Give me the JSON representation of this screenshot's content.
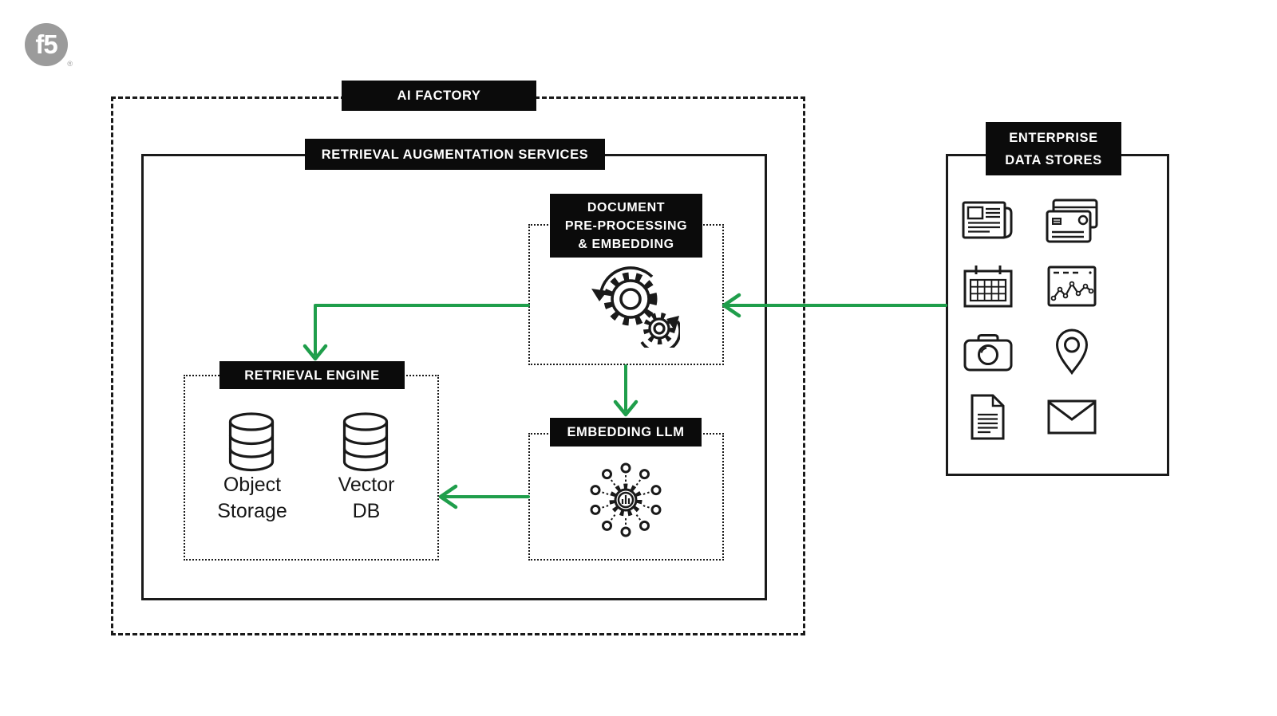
{
  "page": {
    "background": "#ffffff"
  },
  "colors": {
    "accent_green": "#1f9e4b",
    "label_bg": "#0b0b0b",
    "label_text": "#ffffff",
    "line_black": "#1a1a1a",
    "logo_gray": "#9b9b9b"
  },
  "logo": {
    "text": "f5",
    "registered_mark": "®"
  },
  "diagram": {
    "ai_factory": {
      "label": "AI FACTORY"
    },
    "retrieval_augmentation_services": {
      "label": "RETRIEVAL AUGMENTATION SERVICES"
    },
    "document_preprocessing": {
      "label_lines": [
        "DOCUMENT",
        "PRE-PROCESSING",
        "& EMBEDDING"
      ],
      "icon": "gears-cycle-icon"
    },
    "embedding_llm": {
      "label": "EMBEDDING LLM",
      "icon": "gear-network-icon"
    },
    "retrieval_engine": {
      "label": "RETRIEVAL ENGINE",
      "stores": [
        {
          "icon": "database-icon",
          "label_lines": [
            "Object",
            "Storage"
          ]
        },
        {
          "icon": "database-icon",
          "label_lines": [
            "Vector",
            "DB"
          ]
        }
      ]
    },
    "enterprise_data_stores": {
      "label_lines": [
        "ENTERPRISE",
        "DATA STORES"
      ],
      "icons": [
        "newspaper-icon",
        "credit-cards-icon",
        "calendar-icon",
        "analytics-icon",
        "camera-icon",
        "location-pin-icon",
        "document-icon",
        "envelope-icon"
      ]
    },
    "connections": [
      {
        "from": "enterprise-data-stores",
        "to": "document-preprocessing"
      },
      {
        "from": "document-preprocessing",
        "to": "retrieval-engine"
      },
      {
        "from": "document-preprocessing",
        "to": "embedding-llm"
      },
      {
        "from": "embedding-llm",
        "to": "retrieval-engine"
      }
    ]
  }
}
